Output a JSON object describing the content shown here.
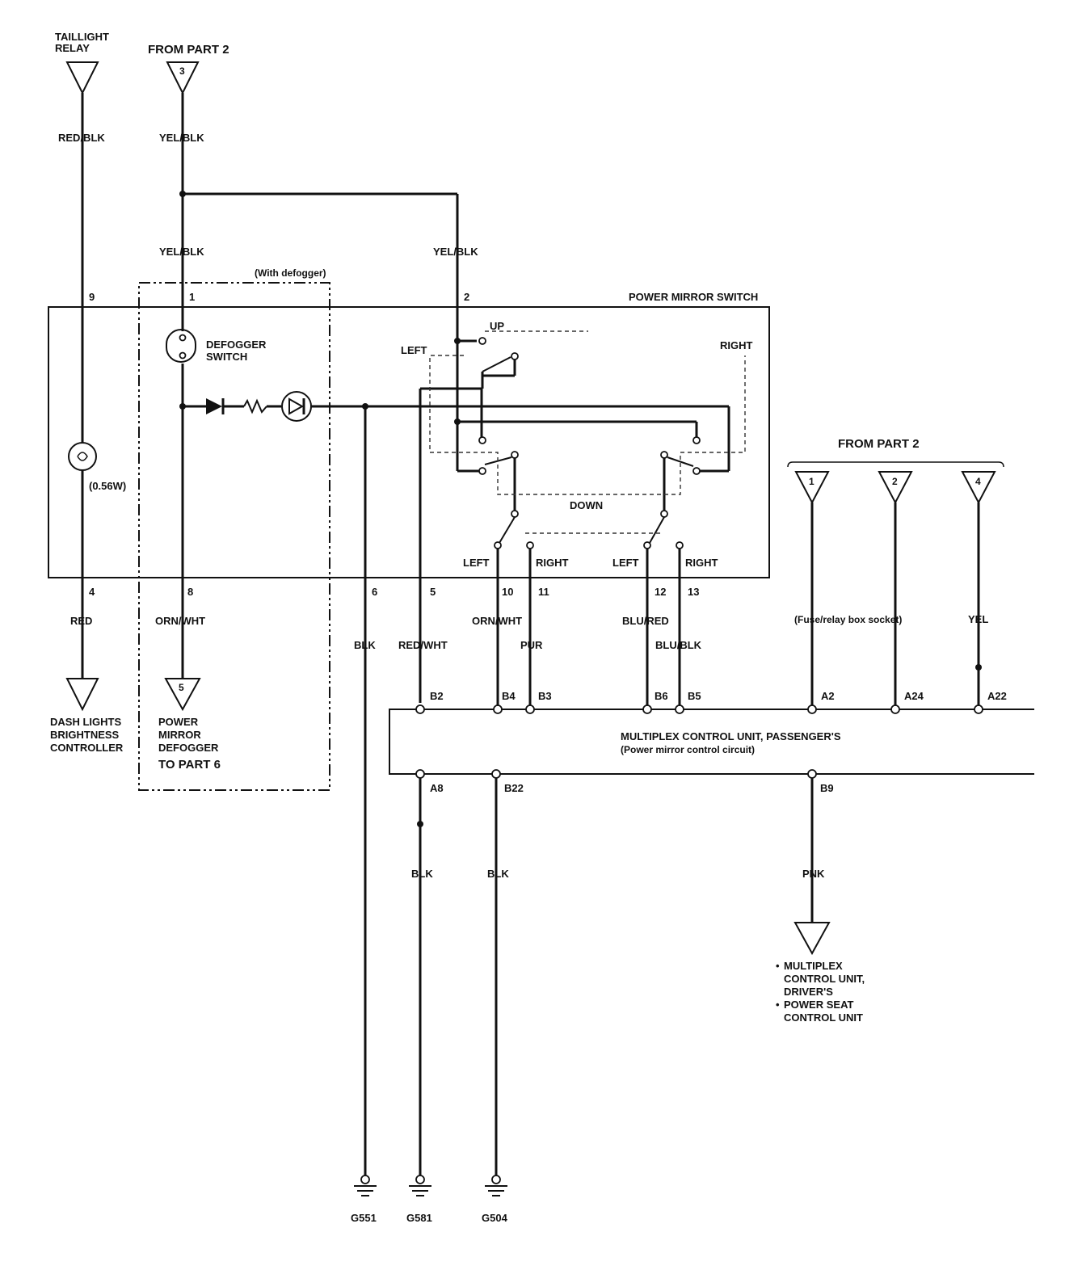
{
  "inputs": {
    "taillight_relay": "TAILLIGHT\nRELAY",
    "from_part2_top": "FROM PART 2",
    "from_part2_top_num": "3",
    "from_part2_right": "FROM PART 2",
    "from_part2_right_nums": [
      "1",
      "2",
      "4"
    ]
  },
  "wires": {
    "red_blk": "RED/BLK",
    "yel_blk_1": "YEL/BLK",
    "yel_blk_2": "YEL/BLK",
    "yel_blk_3": "YEL/BLK",
    "red": "RED",
    "orn_wht_1": "ORN/WHT",
    "blk_6": "BLK",
    "red_wht": "RED/WHT",
    "orn_wht_2": "ORN/WHT",
    "pur": "PUR",
    "blu_red": "BLU/RED",
    "blu_blk": "BLU/BLK",
    "fuse_relay": "(Fuse/relay box socket)",
    "yel": "YEL",
    "blk_a8": "BLK",
    "blk_b22": "BLK",
    "pnk": "PNK"
  },
  "switch_box": {
    "title": "POWER MIRROR SWITCH",
    "with_defogger": "(With defogger)",
    "defogger_switch": "DEFOGGER\nSWITCH",
    "bulb_rating": "(0.56W)",
    "pins_top": [
      "9",
      "1",
      "2"
    ],
    "pins_bottom": [
      "4",
      "8",
      "6",
      "5",
      "10",
      "11",
      "12",
      "13"
    ],
    "up": "UP",
    "down": "DOWN",
    "left": "LEFT",
    "right": "RIGHT",
    "sel_left_1": "LEFT",
    "sel_right_1": "RIGHT",
    "sel_left_2": "LEFT",
    "sel_right_2": "RIGHT"
  },
  "outputs": {
    "dash_lights": "DASH LIGHTS\nBRIGHTNESS\nCONTROLLER",
    "defogger_out_num": "5",
    "defogger_out": "POWER\nMIRROR\nDEFOGGER",
    "to_part6": "TO PART 6"
  },
  "mcu": {
    "title": "MULTIPLEX CONTROL UNIT, PASSENGER'S",
    "subtitle": "(Power mirror control circuit)",
    "top_pins": [
      "B2",
      "B4",
      "B3",
      "B6",
      "B5",
      "A2",
      "A24",
      "A22"
    ],
    "bottom_pins": [
      "A8",
      "B22",
      "B9"
    ],
    "pnk_dest": [
      "MULTIPLEX\nCONTROL UNIT,\nDRIVER'S",
      "POWER SEAT\nCONTROL UNIT"
    ]
  },
  "grounds": [
    "G551",
    "G581",
    "G504"
  ]
}
